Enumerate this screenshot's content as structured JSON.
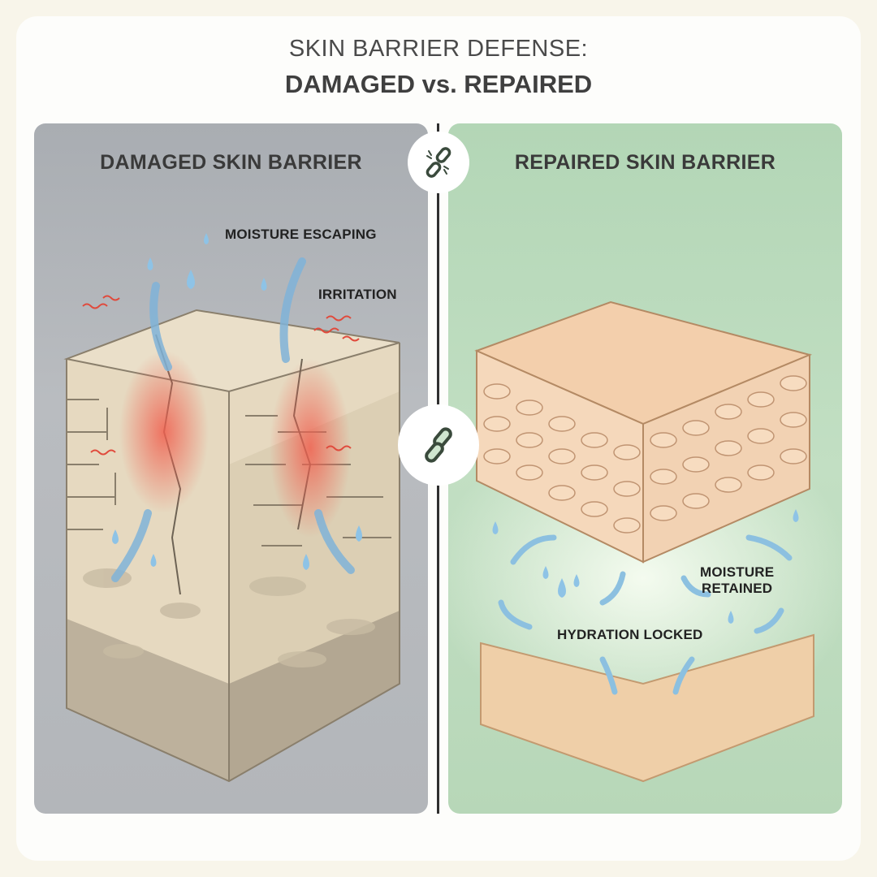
{
  "title": {
    "line1": "SKIN BARRIER DEFENSE:",
    "line2": "DAMAGED vs. REPAIRED"
  },
  "left_panel": {
    "heading": "DAMAGED SKIN BARRIER",
    "labels": {
      "moisture": "MOISTURE ESCAPING",
      "irritation": "IRRITATION"
    },
    "icon": "broken-link-icon"
  },
  "right_panel": {
    "heading": "REPAIRED SKIN BARRIER",
    "labels": {
      "moisture_line1": "MOISTURE",
      "moisture_line2": "RETAINED",
      "hydration": "HYDRATION LOCKED"
    },
    "icon": "link-icon"
  },
  "colors": {
    "damaged_bg": "#b8bbbf",
    "repaired_bg": "#bcdabd",
    "water": "#8ec3e6",
    "irritation": "#e04a3c",
    "skin": "#f0d3b3"
  }
}
